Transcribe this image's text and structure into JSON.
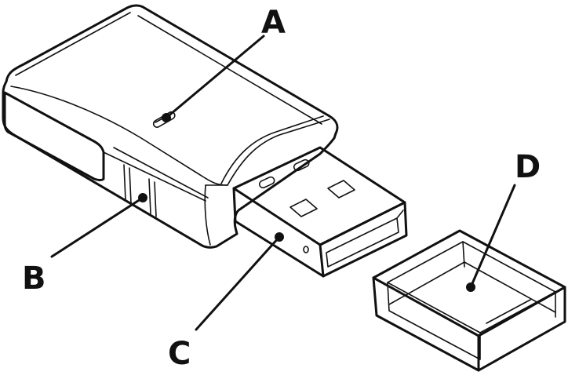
{
  "callouts": {
    "a": {
      "label": "A",
      "part": "status-led"
    },
    "b": {
      "label": "B",
      "part": "side-vents"
    },
    "c": {
      "label": "C",
      "part": "usb-connector"
    },
    "d": {
      "label": "D",
      "part": "protective-cap"
    }
  },
  "colors": {
    "line": "#111111",
    "background": "#ffffff"
  }
}
